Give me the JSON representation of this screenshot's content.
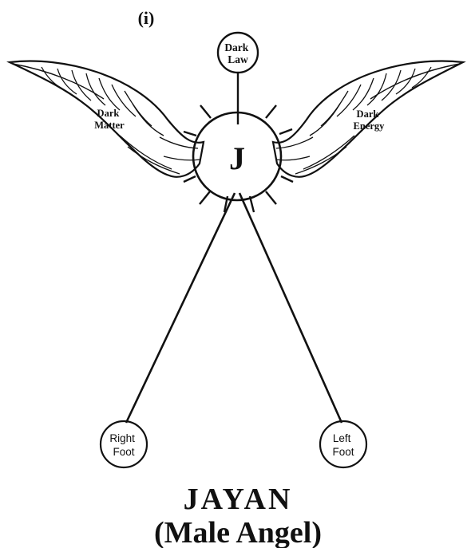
{
  "figure_label": "(i)",
  "nodes": {
    "center": "J",
    "head": [
      "Dark",
      "Law"
    ],
    "right_foot": [
      "Right",
      "Foot"
    ],
    "left_foot": [
      "Left",
      "Foot"
    ]
  },
  "wings": {
    "left": [
      "Dark",
      "Matter"
    ],
    "right": [
      "Dark",
      "Energy"
    ]
  },
  "caption": {
    "name": "JAYAN",
    "subtitle": "(Male Angel)"
  },
  "colors": {
    "ink": "#111111",
    "background": "#ffffff"
  }
}
